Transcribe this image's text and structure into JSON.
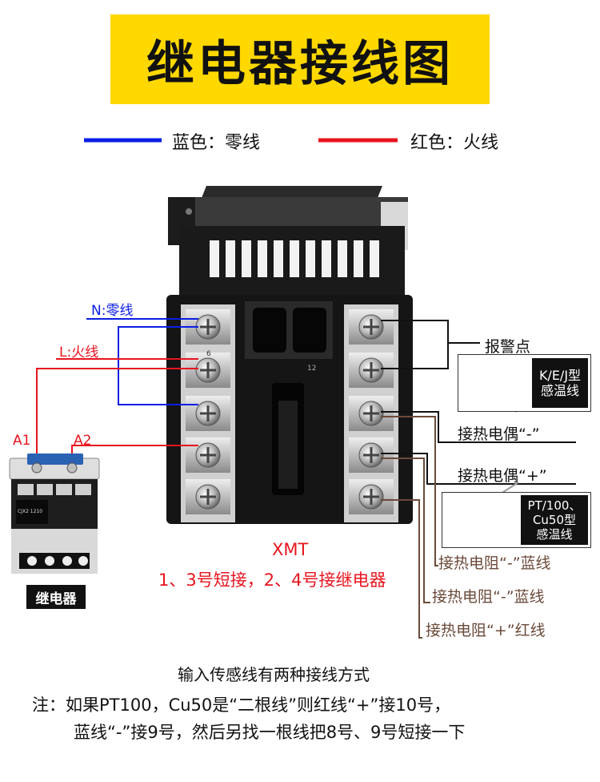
{
  "title": "继电器接线图",
  "legend": {
    "blue_label": "蓝色：零线",
    "red_label": "红色：火线",
    "blue_color": "#0a1ee6",
    "red_color": "#e8141e"
  },
  "wire_labels": {
    "n": "N:零线",
    "l": "L:火线",
    "a1": "A1",
    "a2": "A2"
  },
  "right_labels": {
    "alarm": "报警点",
    "tc_minus": "接热电偶“-”",
    "tc_plus": "接热电偶“+”",
    "rtd_minus_blue_1": "接热电阻“-”蓝线",
    "rtd_minus_blue_2": "接热电阻“-”蓝线",
    "rtd_plus_red": "接热电阻“+”红线"
  },
  "sensors": {
    "kej": {
      "line1": "K/E/J型",
      "line2": "感温线"
    },
    "pt": {
      "line1": "PT/100、",
      "line2": "Cu50型",
      "line3": "感温线"
    }
  },
  "device": {
    "model": "XMT",
    "instruction": "1、3号短接，2、4号接继电器",
    "terminal_marks": [
      "6",
      "12"
    ]
  },
  "relay": {
    "caption": "继电器",
    "model_text": "CJX2 1210"
  },
  "notes": {
    "heading": "输入传感线有两种接线方式",
    "line1": "注：如果PT100，Cu50是“二根线”则红线“+”接10号，",
    "line2": "蓝线“-”接9号，然后另找一根线把8号、9号短接一下"
  }
}
